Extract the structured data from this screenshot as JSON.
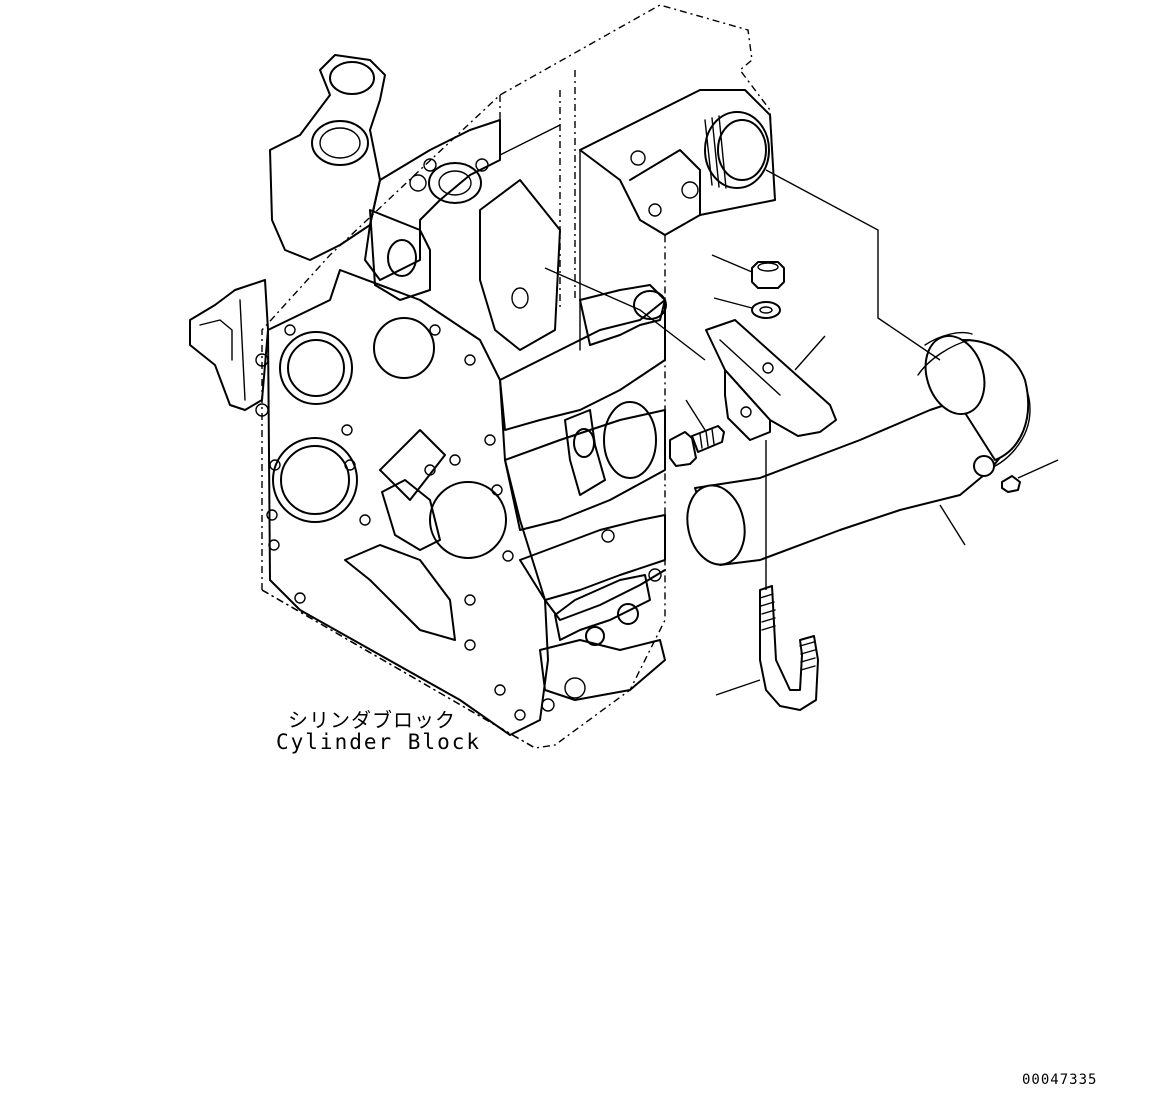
{
  "labels": {
    "part_name_jp": "シリンダブロック",
    "part_name_en": "Cylinder Block",
    "drawing_number": "00047335"
  }
}
